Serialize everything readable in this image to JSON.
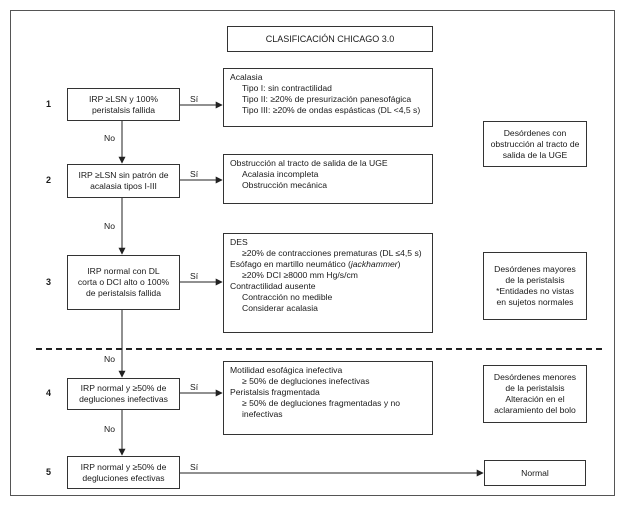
{
  "title": "CLASIFICACIÓN CHICAGO 3.0",
  "yes_label": "Sí",
  "no_label": "No",
  "steps": [
    {
      "number": "1",
      "condition": [
        "IRP ≥LSN y 100%",
        "peristalsis fallida"
      ]
    },
    {
      "number": "2",
      "condition": [
        "IRP ≥LSN sin patrón de",
        "acalasia tipos I-III"
      ]
    },
    {
      "number": "3",
      "condition": [
        "IRP normal con DL",
        "corta o DCI alto o 100%",
        "de peristalsis fallida"
      ]
    },
    {
      "number": "4",
      "condition": [
        "IRP normal y ≥50% de",
        "degluciones inefectivas"
      ]
    },
    {
      "number": "5",
      "condition": [
        "IRP normal y ≥50% de",
        "degluciones efectivas"
      ]
    }
  ],
  "outcomes": [
    {
      "lines": [
        {
          "text": "Acalasia",
          "indent": false
        },
        {
          "text": "Tipo I: sin contractilidad",
          "indent": true
        },
        {
          "text": "Tipo II: ≥20% de presurización panesofágica",
          "indent": true
        },
        {
          "text": "Tipo III: ≥20% de ondas espásticas (DL <4,5 s)",
          "indent": true
        }
      ]
    },
    {
      "lines": [
        {
          "text": "Obstrucción al tracto de salida de la UGE",
          "indent": false
        },
        {
          "text": "Acalasia incompleta",
          "indent": true
        },
        {
          "text": "Obstrucción mecánica",
          "indent": true
        }
      ]
    },
    {
      "lines": [
        {
          "text": "DES",
          "indent": false
        },
        {
          "text": "≥20% de contracciones prematuras (DL ≤4,5 s)",
          "indent": true
        },
        {
          "text": "Esófago en martillo neumático (jackhammer)",
          "indent": false
        },
        {
          "text": "≥20% DCI ≥8000 mm Hg/s/cm",
          "indent": true
        },
        {
          "text": "Contractilidad ausente",
          "indent": false
        },
        {
          "text": "Contracción no medible",
          "indent": true
        },
        {
          "text": "Considerar acalasia",
          "indent": true
        }
      ]
    },
    {
      "lines": [
        {
          "text": "Motilidad esofágica inefectiva",
          "indent": false
        },
        {
          "text": "≥ 50% de degluciones inefectivas",
          "indent": true
        },
        {
          "text": "Peristalsis fragmentada",
          "indent": false
        },
        {
          "text": "≥ 50% de degluciones fragmentadas y no",
          "indent": true
        },
        {
          "text": "inefectivas",
          "indent": true
        }
      ]
    },
    {
      "lines": [
        {
          "text": "Normal",
          "indent": false
        }
      ]
    }
  ],
  "categories": [
    {
      "lines": [
        "Desórdenes con",
        "obstrucción al tracto de",
        "salida de la UGE"
      ]
    },
    {
      "lines": [
        "Desórdenes mayores",
        "de la peristalsis",
        "*Entidades no vistas",
        "en sujetos normales"
      ]
    },
    {
      "lines": [
        "Desórdenes menores",
        "de la peristalsis",
        "Alteración en el",
        "aclaramiento del bolo"
      ]
    }
  ]
}
